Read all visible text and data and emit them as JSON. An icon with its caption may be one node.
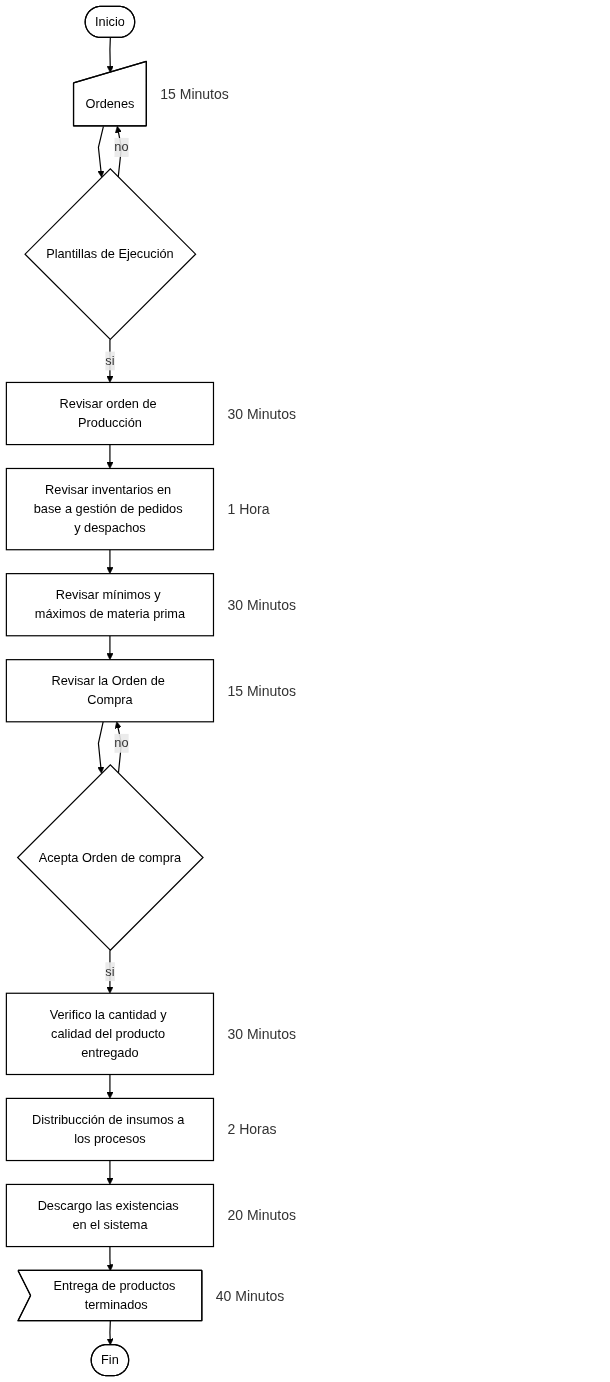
{
  "diagram": {
    "nodes": [
      {
        "text": [
          "Inicio"
        ]
      },
      {
        "text": [
          "Ordenes"
        ],
        "beside": [
          "15 Minutos"
        ]
      },
      {
        "text": [
          "Plantillas de Ejecución"
        ]
      },
      {
        "text": [
          "Revisar orden de Producción"
        ],
        "beside": [
          "30 Minutos"
        ]
      },
      {
        "text": [
          "Revisar inventarios en base a gestión de pedidos y despachos"
        ],
        "beside": [
          "1 Hora"
        ]
      },
      {
        "text": [
          "Revisar mínimos y máximos de materia prima"
        ],
        "beside": [
          "30 Minutos"
        ]
      },
      {
        "text": [
          "Revisar la Orden de Compra"
        ],
        "beside": [
          "15 Minutos"
        ]
      },
      {
        "text": [
          "Acepta Orden de compra"
        ]
      },
      {
        "text": [
          "Verifico la cantidad y calidad del producto entregado"
        ],
        "beside": [
          "30 Minutos"
        ]
      },
      {
        "text": [
          "Distribucción de insumos a los procesos"
        ],
        "beside": [
          "2 Horas"
        ]
      },
      {
        "text": [
          "Descargo las existencias en el sistema"
        ],
        "beside": [
          "20 Minutos"
        ]
      },
      {
        "text": [
          "Entrega de productos terminados"
        ],
        "beside": [
          "40 Minutos"
        ]
      },
      {
        "text": [
          "Fin"
        ]
      }
    ],
    "edges": [
      {
        "from": 0,
        "to": 1,
        "arrow": "to"
      },
      {
        "from": 1,
        "to": 2,
        "arrow": "to"
      },
      {
        "from": 2,
        "to": 1,
        "arrow": "to",
        "label": "no"
      },
      {
        "from": 2,
        "to": 3,
        "arrow": "to",
        "label": "si"
      },
      {
        "from": 3,
        "to": 4,
        "arrow": "to"
      },
      {
        "from": 4,
        "to": 5,
        "arrow": "to"
      },
      {
        "from": 5,
        "to": 6,
        "arrow": "to"
      },
      {
        "from": 6,
        "to": 7,
        "arrow": "to"
      },
      {
        "from": 7,
        "to": 6,
        "arrow": "to",
        "label": "no"
      },
      {
        "from": 7,
        "to": 8,
        "arrow": "to",
        "label": "si"
      },
      {
        "from": 8,
        "to": 9,
        "arrow": "to"
      },
      {
        "from": 9,
        "to": 10,
        "arrow": "to"
      },
      {
        "from": 10,
        "to": 11,
        "arrow": "to"
      },
      {
        "from": 11,
        "to": 12,
        "arrow": "to"
      }
    ]
  }
}
